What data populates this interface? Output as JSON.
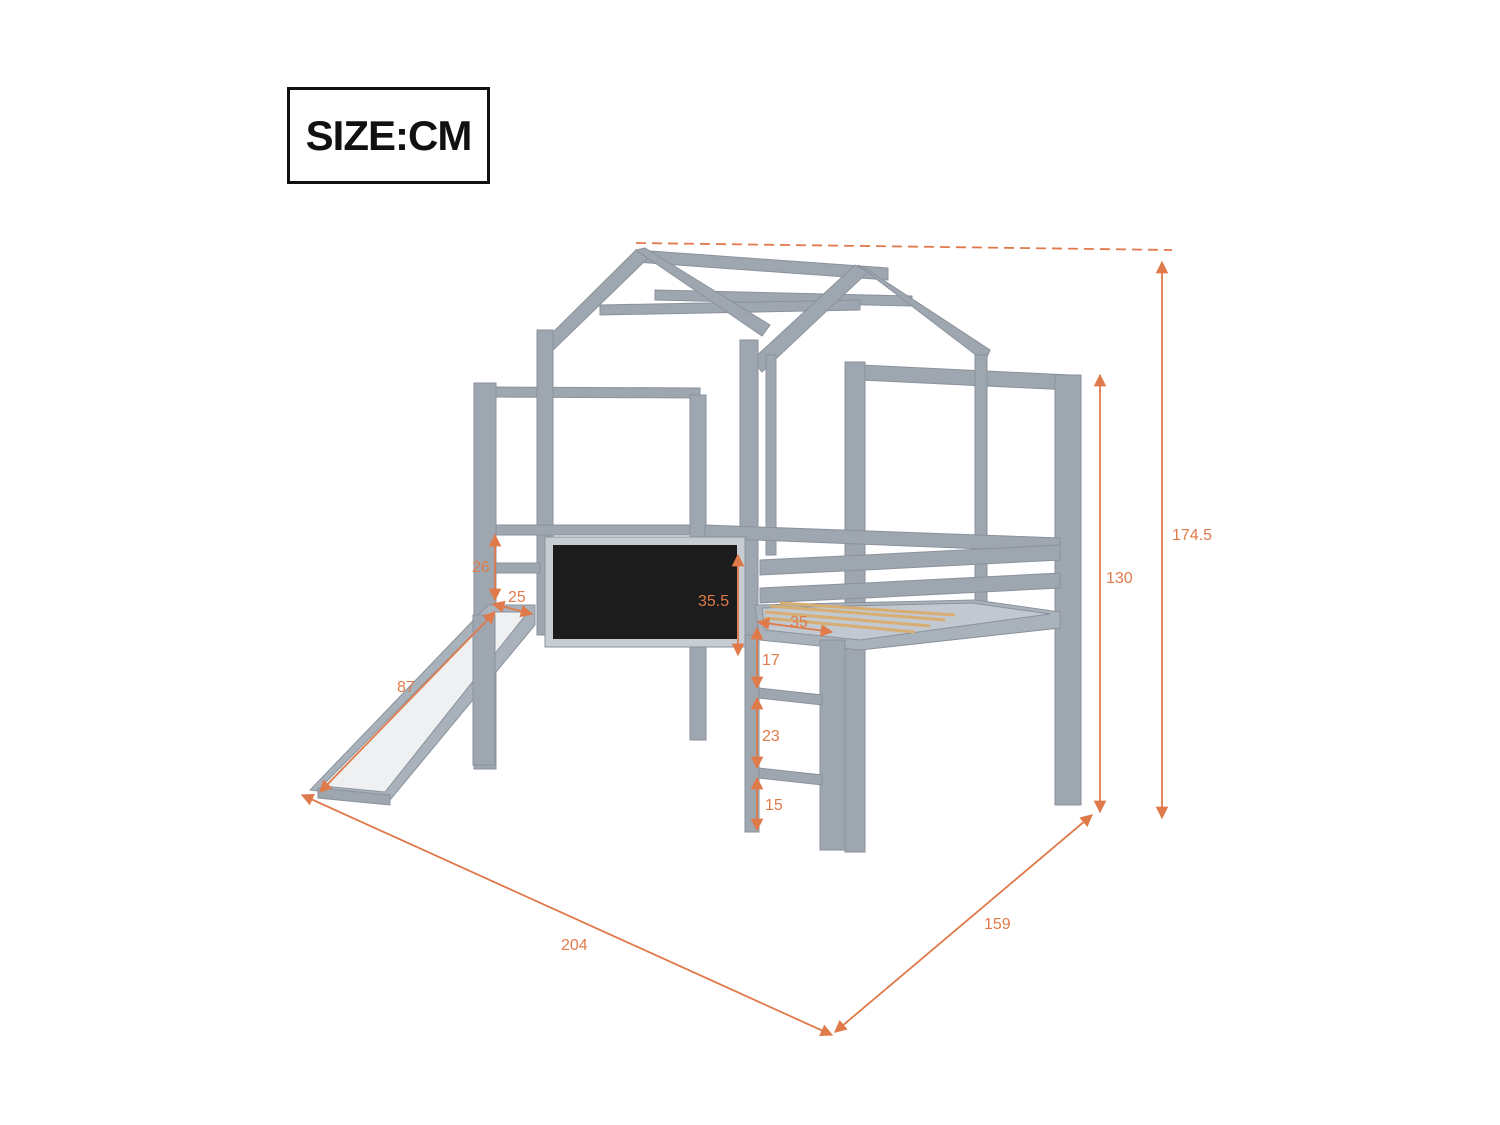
{
  "header": {
    "size_label": "SIZE:CM"
  },
  "colors": {
    "frame": "#9ea6b0",
    "frame_dark": "#7c848e",
    "slide": "#e9ecef",
    "chalkboard": "#1c1c1c",
    "slats": "#d8ad72",
    "dimension": "#e07a4a"
  },
  "dimensions": {
    "total_height": "174.5",
    "platform_height": "130",
    "depth": "159",
    "length": "204",
    "slide_length": "87",
    "guard_height": "26",
    "slide_width": "25",
    "chalkboard_height": "35.5",
    "ladder_width": "35",
    "ladder_top_gap": "17",
    "ladder_rung_gap": "23",
    "ladder_bottom_gap": "15"
  }
}
